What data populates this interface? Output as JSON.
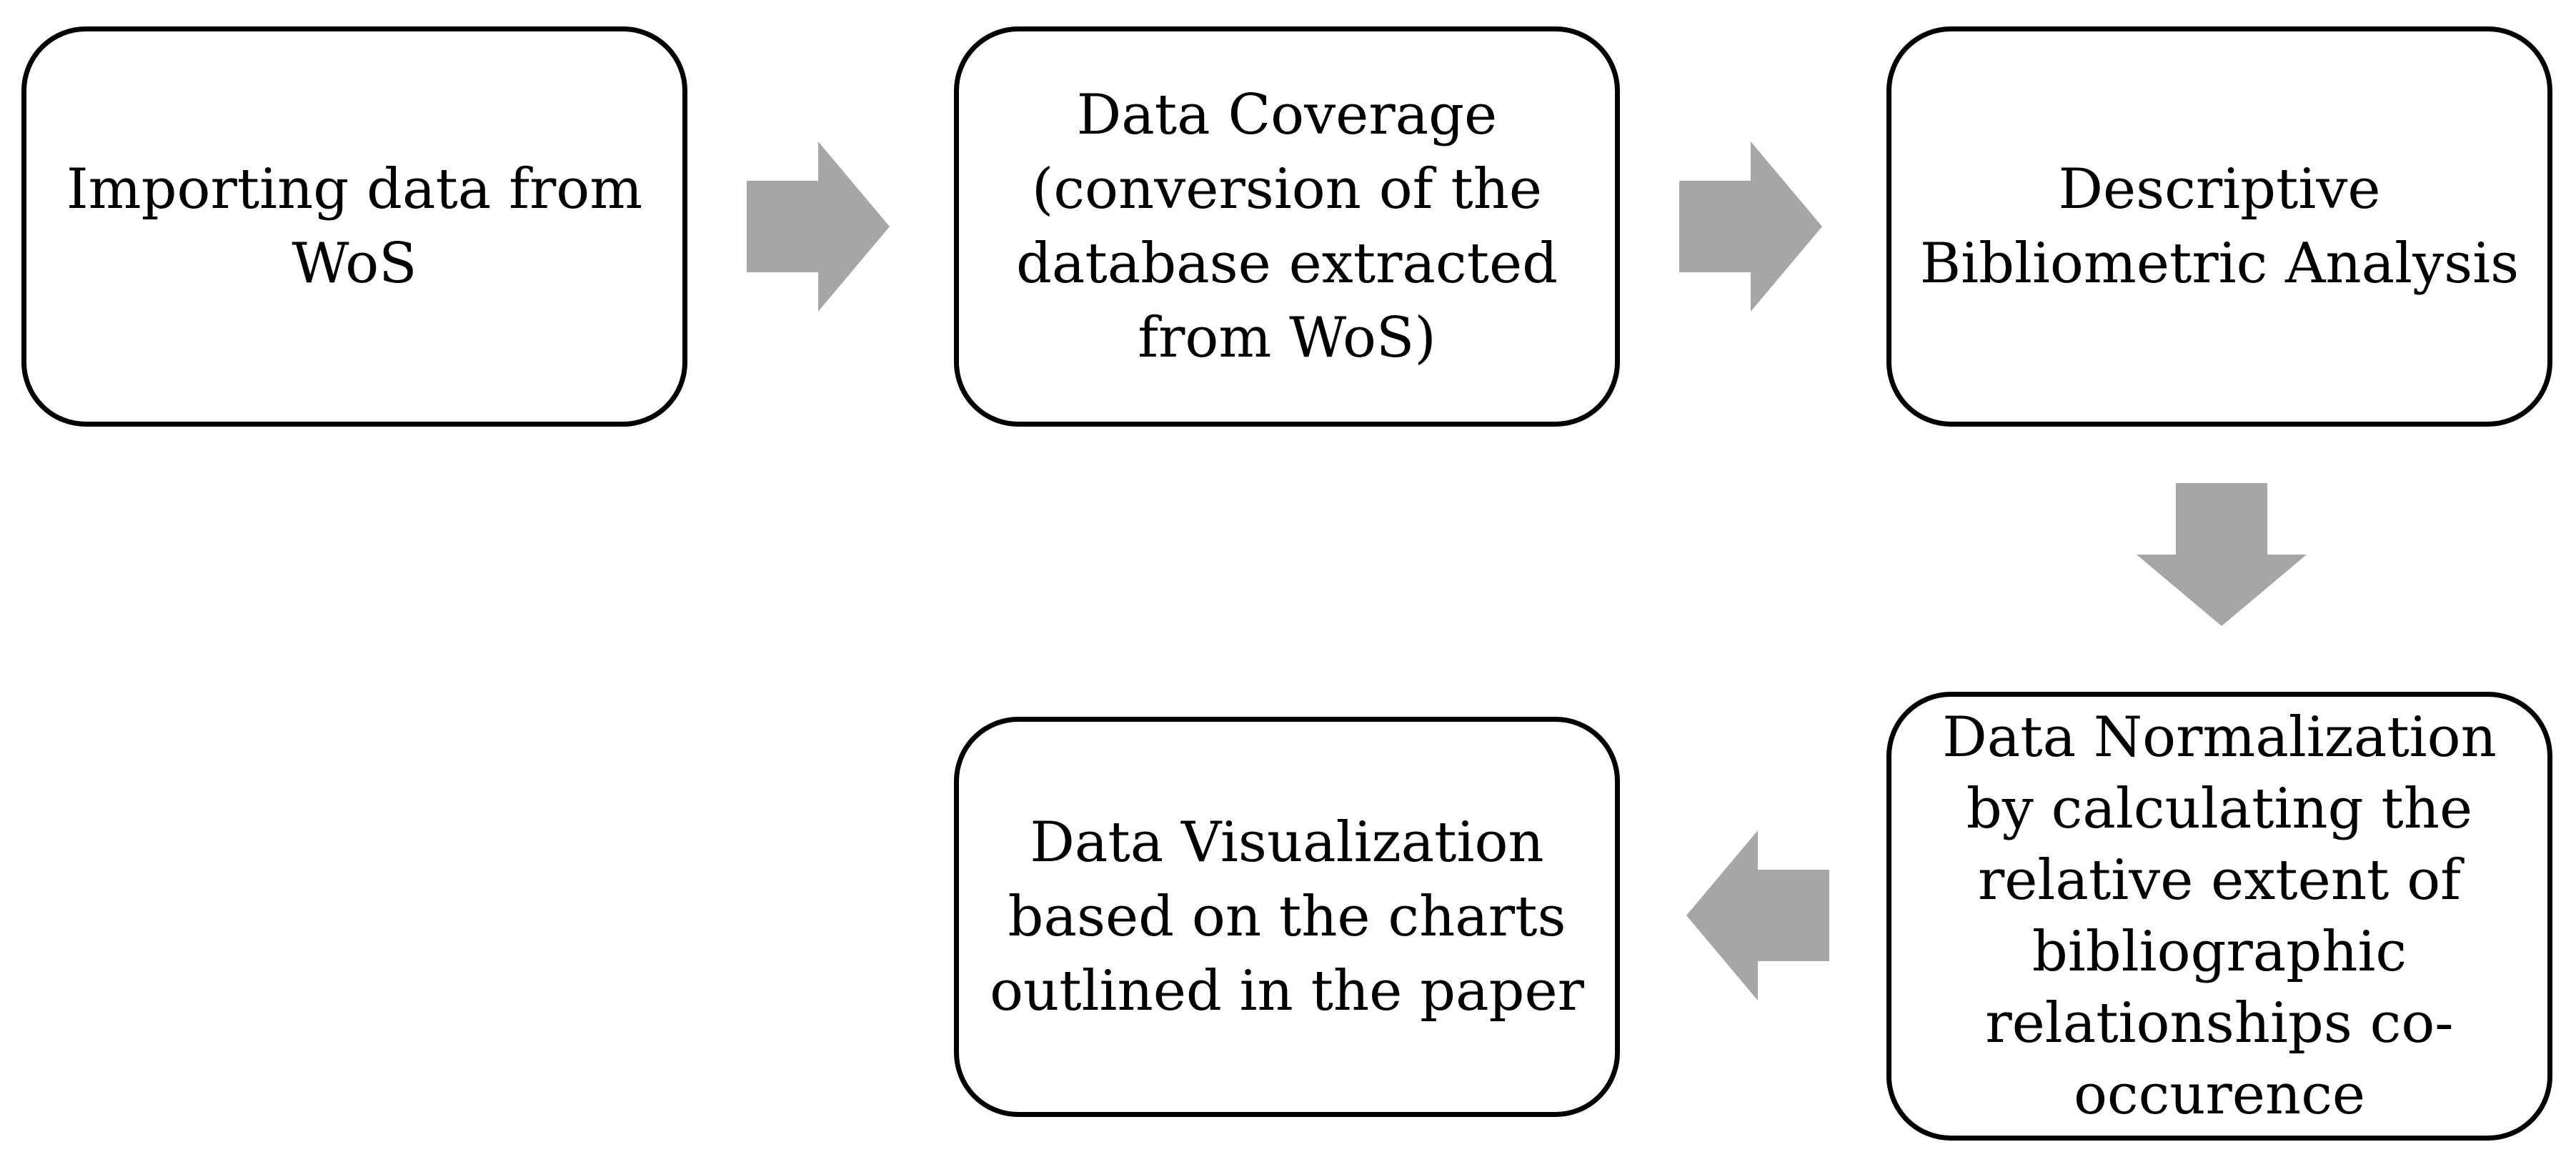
{
  "diagram": {
    "steps": [
      {
        "id": "step1",
        "label": "Importing data from\nWoS"
      },
      {
        "id": "step2",
        "label": "Data Coverage\n(conversion of the\ndatabase extracted\nfrom WoS)"
      },
      {
        "id": "step3",
        "label": "Descriptive\nBibliometric Analysis"
      },
      {
        "id": "step4",
        "label": "Data Normalization\nby calculating the\nrelative extent of\nbibliographic\nrelationships co-\noccurence"
      },
      {
        "id": "step5",
        "label": "Data Visualization\nbased on the charts\noutlined in the paper"
      }
    ],
    "connections": [
      {
        "from": "step1",
        "to": "step2",
        "direction": "right"
      },
      {
        "from": "step2",
        "to": "step3",
        "direction": "right"
      },
      {
        "from": "step3",
        "to": "step4",
        "direction": "down"
      },
      {
        "from": "step4",
        "to": "step5",
        "direction": "left"
      }
    ],
    "colors": {
      "box_border": "#000000",
      "box_fill": "#ffffff",
      "arrow_fill": "#a6a6a6",
      "text": "#000000"
    }
  }
}
